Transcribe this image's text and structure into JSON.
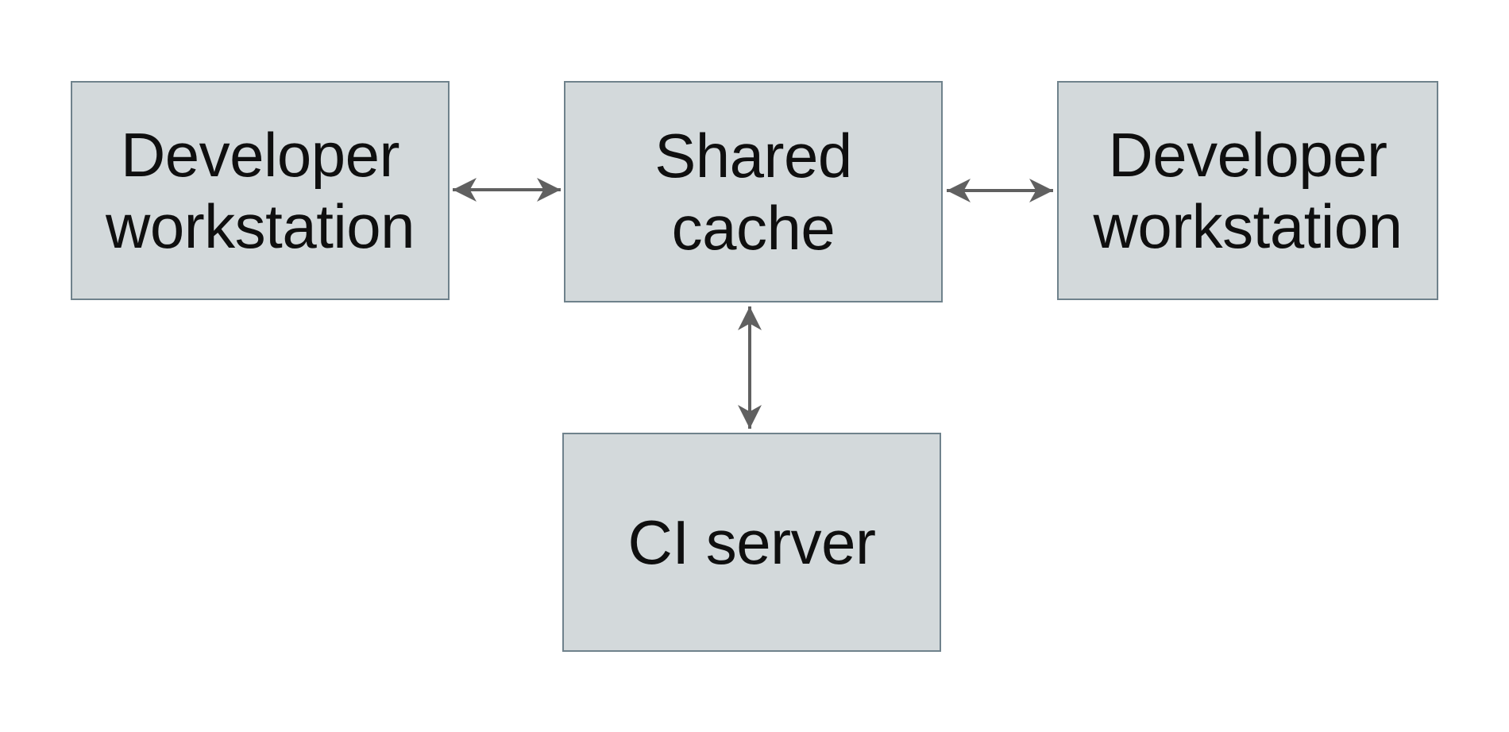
{
  "colors": {
    "background": "#ffffff",
    "node_fill": "#d3d9db",
    "node_border": "#6f828c",
    "arrow": "#606060",
    "text": "#0f0f0f"
  },
  "nodes": [
    {
      "id": "developer-workstation-left",
      "label": "Developer workstation",
      "lines": [
        "Developer",
        "workstation"
      ]
    },
    {
      "id": "shared-cache",
      "label": "Shared cache",
      "lines": [
        "Shared",
        "cache"
      ]
    },
    {
      "id": "developer-workstation-right",
      "label": "Developer workstation",
      "lines": [
        "Developer",
        "workstation"
      ]
    },
    {
      "id": "ci-server",
      "label": "CI server",
      "lines": [
        "CI server"
      ]
    }
  ],
  "edges": [
    {
      "from": "developer-workstation-left",
      "to": "shared-cache",
      "type": "bidirectional"
    },
    {
      "from": "shared-cache",
      "to": "developer-workstation-right",
      "type": "bidirectional"
    },
    {
      "from": "shared-cache",
      "to": "ci-server",
      "type": "bidirectional"
    }
  ]
}
